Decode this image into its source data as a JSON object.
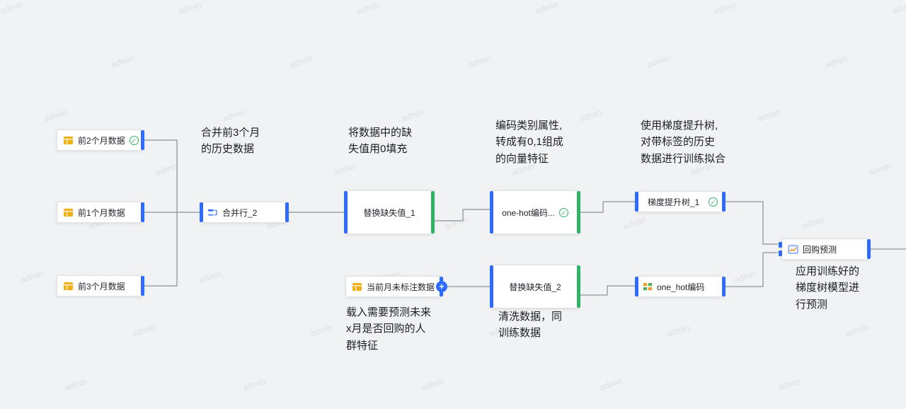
{
  "watermark": {
    "text": "admin"
  },
  "icons": {
    "check": "✓",
    "plus": "+"
  },
  "colors": {
    "canvas_bg": "#f1f2f4",
    "node_bg": "#ffffff",
    "input_port_blue": "#2f6bff",
    "output_port_green": "#30b364",
    "edge_gray": "#9aa1a9",
    "check_green": "#30b364",
    "data_icon_gold": "#f0b114",
    "watermark_gray": "#8a9099"
  },
  "nodes": {
    "src2": {
      "label": "前2个月数据"
    },
    "src1": {
      "label": "前1个月数据"
    },
    "src3": {
      "label": "前3个月数据"
    },
    "merge": {
      "label": "合并行_2"
    },
    "fillna1": {
      "label": "替换缺失值_1"
    },
    "onehot1": {
      "label": "one-hot编码..."
    },
    "gbdt": {
      "label": "梯度提升树_1"
    },
    "unlabeled": {
      "label": "当前月未标注数据"
    },
    "fillna2": {
      "label": "替换缺失值_2"
    },
    "onehot2": {
      "label": "one_hot编码"
    },
    "predict": {
      "label": "回购预测"
    }
  },
  "annotations": {
    "merge_note": {
      "text": "合并前3个月\n的历史数据"
    },
    "fillna_note": {
      "text": "将数据中的缺\n失值用0填充"
    },
    "onehot_note": {
      "text": "编码类别属性,\n转成有0,1组成\n的向量特征"
    },
    "gbdt_note": {
      "text": "使用梯度提升树,\n对带标签的历史\n数据进行训练拟合"
    },
    "load_note": {
      "text": "载入需要预测未来\nx月是否回购的人\n群特征"
    },
    "clean_note": {
      "text": "清洗数据，同\n训练数据"
    },
    "predict_note": {
      "text": "应用训练好的\n梯度树模型进\n行预测"
    }
  }
}
